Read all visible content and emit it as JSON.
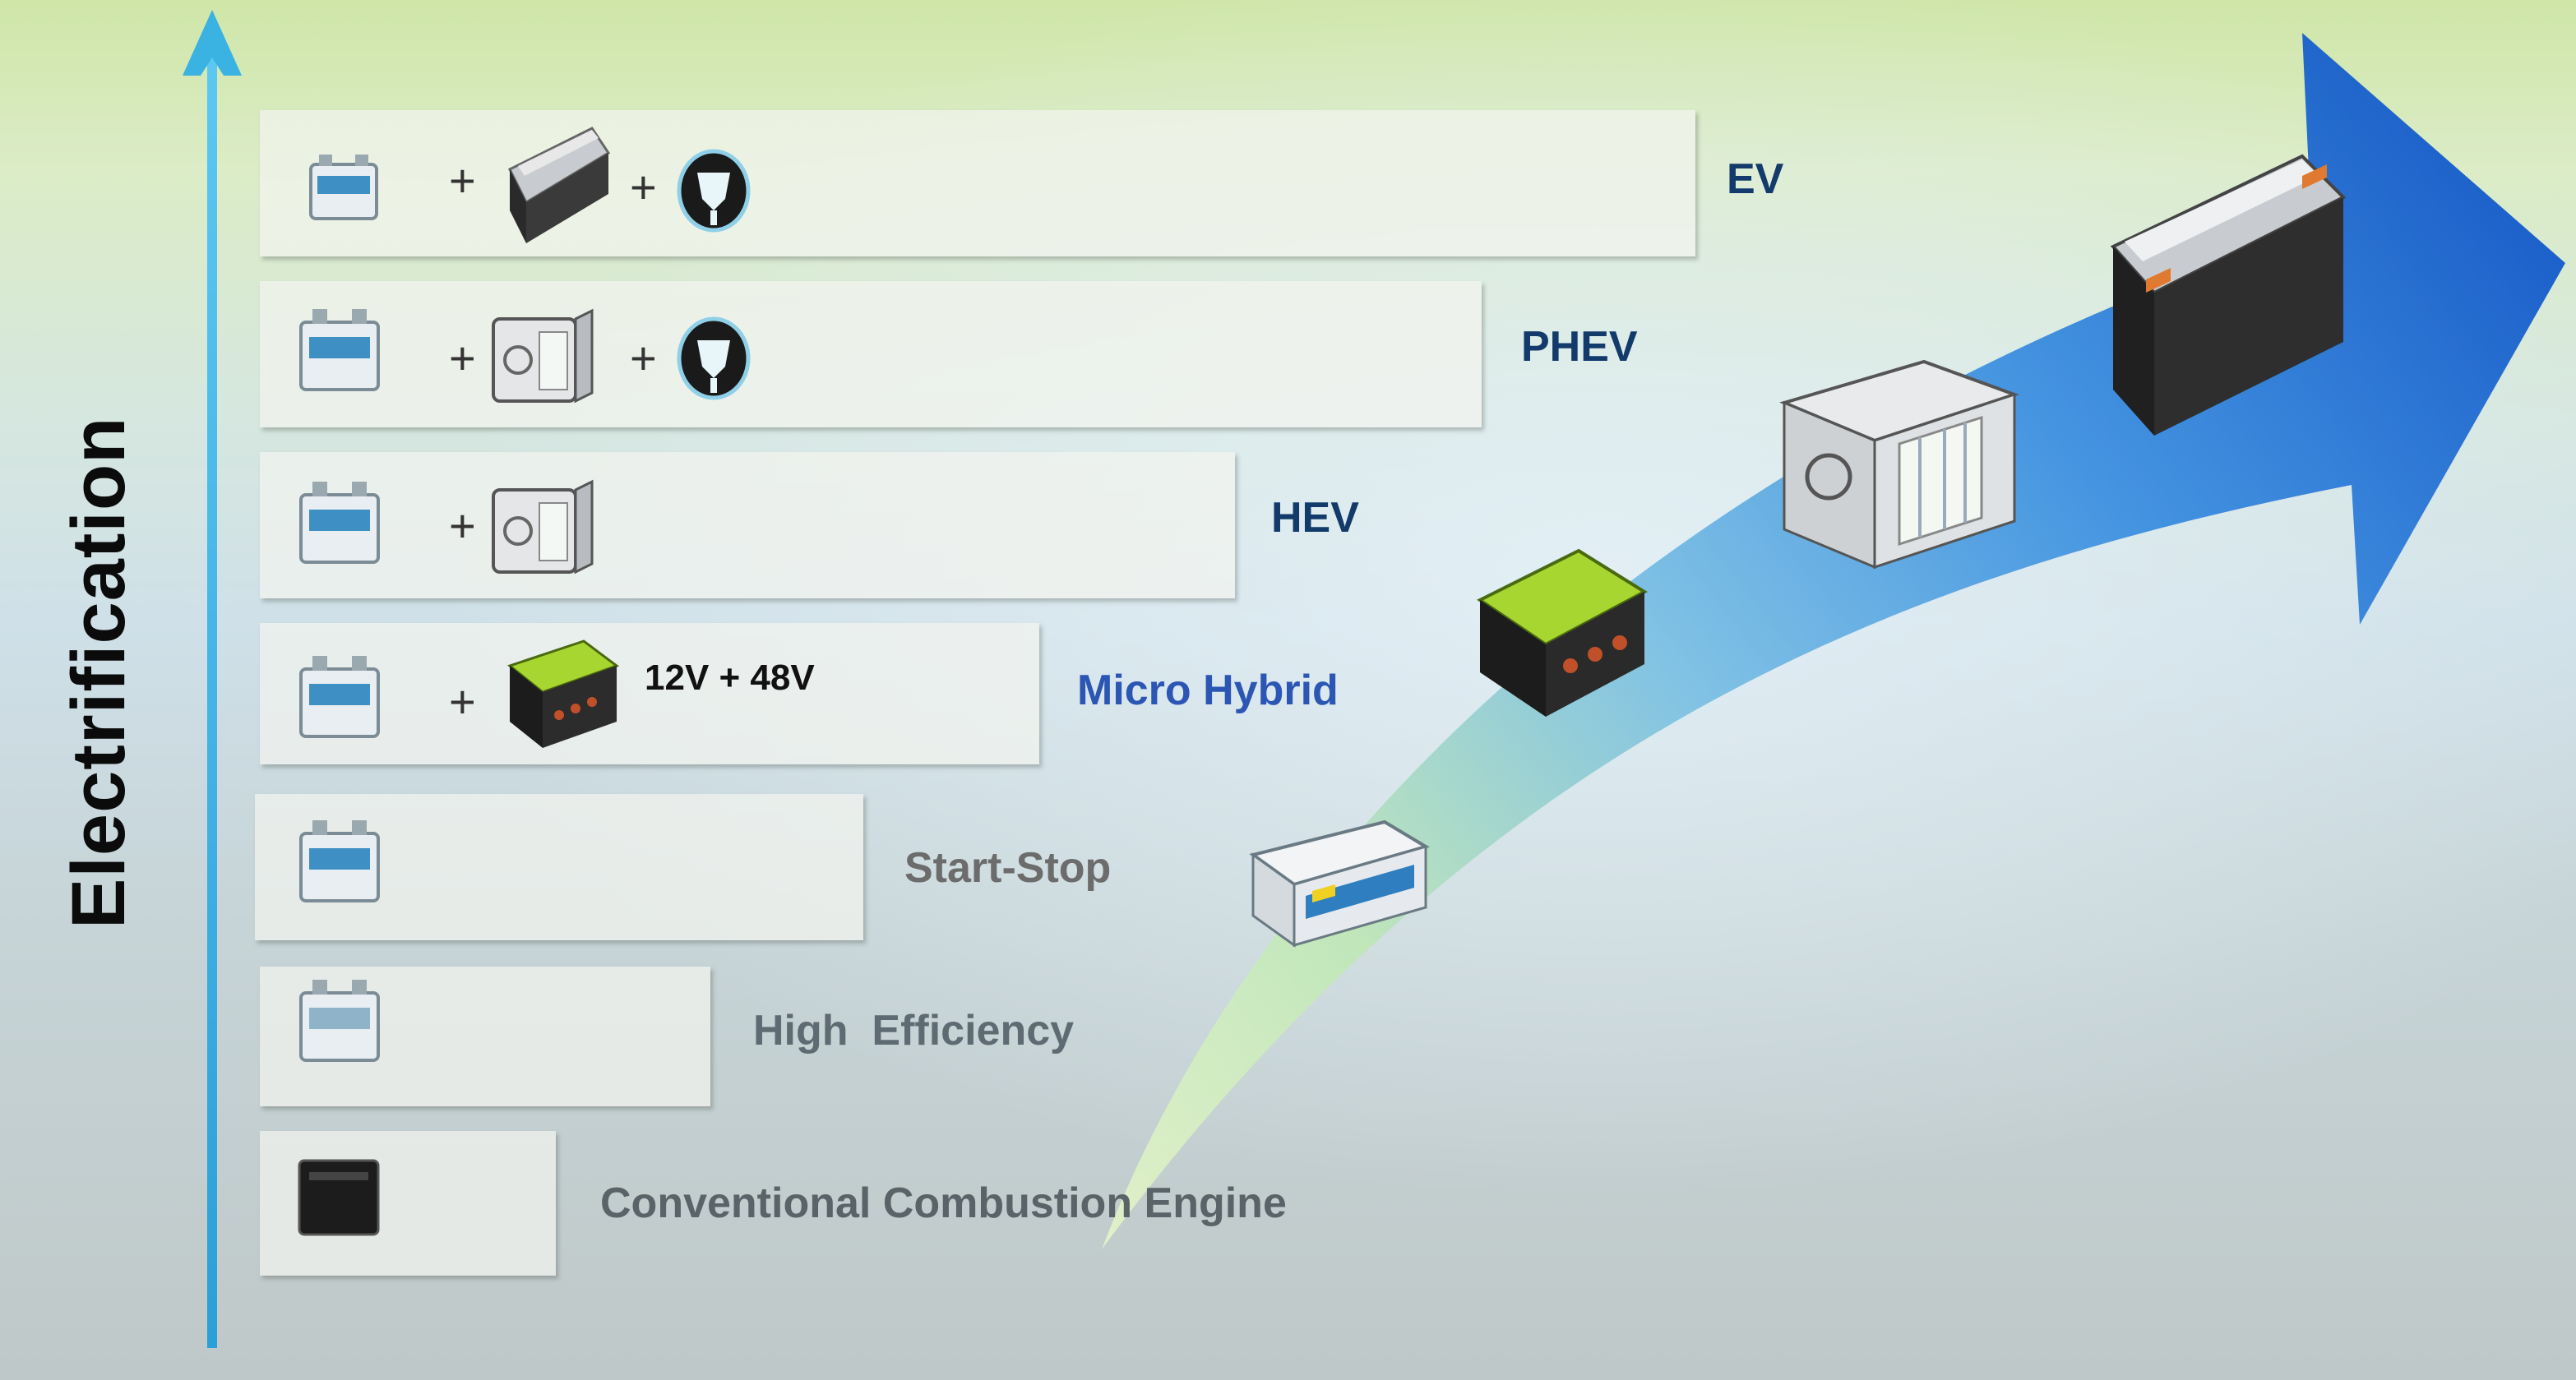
{
  "axis": {
    "label": "Electrification"
  },
  "rows": [
    {
      "id": "ev",
      "label": "EV",
      "label_color": "#123a6a",
      "icons": [
        "battery-icon",
        "li-ion-pack-icon",
        "plug-icon"
      ]
    },
    {
      "id": "phev",
      "label": "PHEV",
      "label_color": "#123a6a",
      "icons": [
        "battery-icon",
        "hybrid-module-icon",
        "plug-icon"
      ]
    },
    {
      "id": "hev",
      "label": "HEV",
      "label_color": "#123a6a",
      "icons": [
        "battery-icon",
        "hybrid-module-icon"
      ]
    },
    {
      "id": "micro",
      "label": "Micro Hybrid",
      "label_color": "#2c56b4",
      "icons": [
        "battery-icon",
        "48v-battery-icon"
      ],
      "note": "12V + 48V"
    },
    {
      "id": "startstop",
      "label": "Start-Stop",
      "label_color": "#6c6c6c",
      "icons": [
        "battery-icon"
      ]
    },
    {
      "id": "higheff",
      "label": "High  Efficiency",
      "label_color": "#5e6b72",
      "icons": [
        "battery-icon"
      ]
    },
    {
      "id": "conv",
      "label": "Conventional Combustion Engine",
      "label_color": "#5a6468",
      "icons": [
        "black-battery-icon"
      ]
    }
  ],
  "plus_sign": "+",
  "colors": {
    "axis_arrow": "#3ab2e2",
    "growth_arrow_start": "#d8f0b0",
    "growth_arrow_end": "#1a5fd0"
  }
}
